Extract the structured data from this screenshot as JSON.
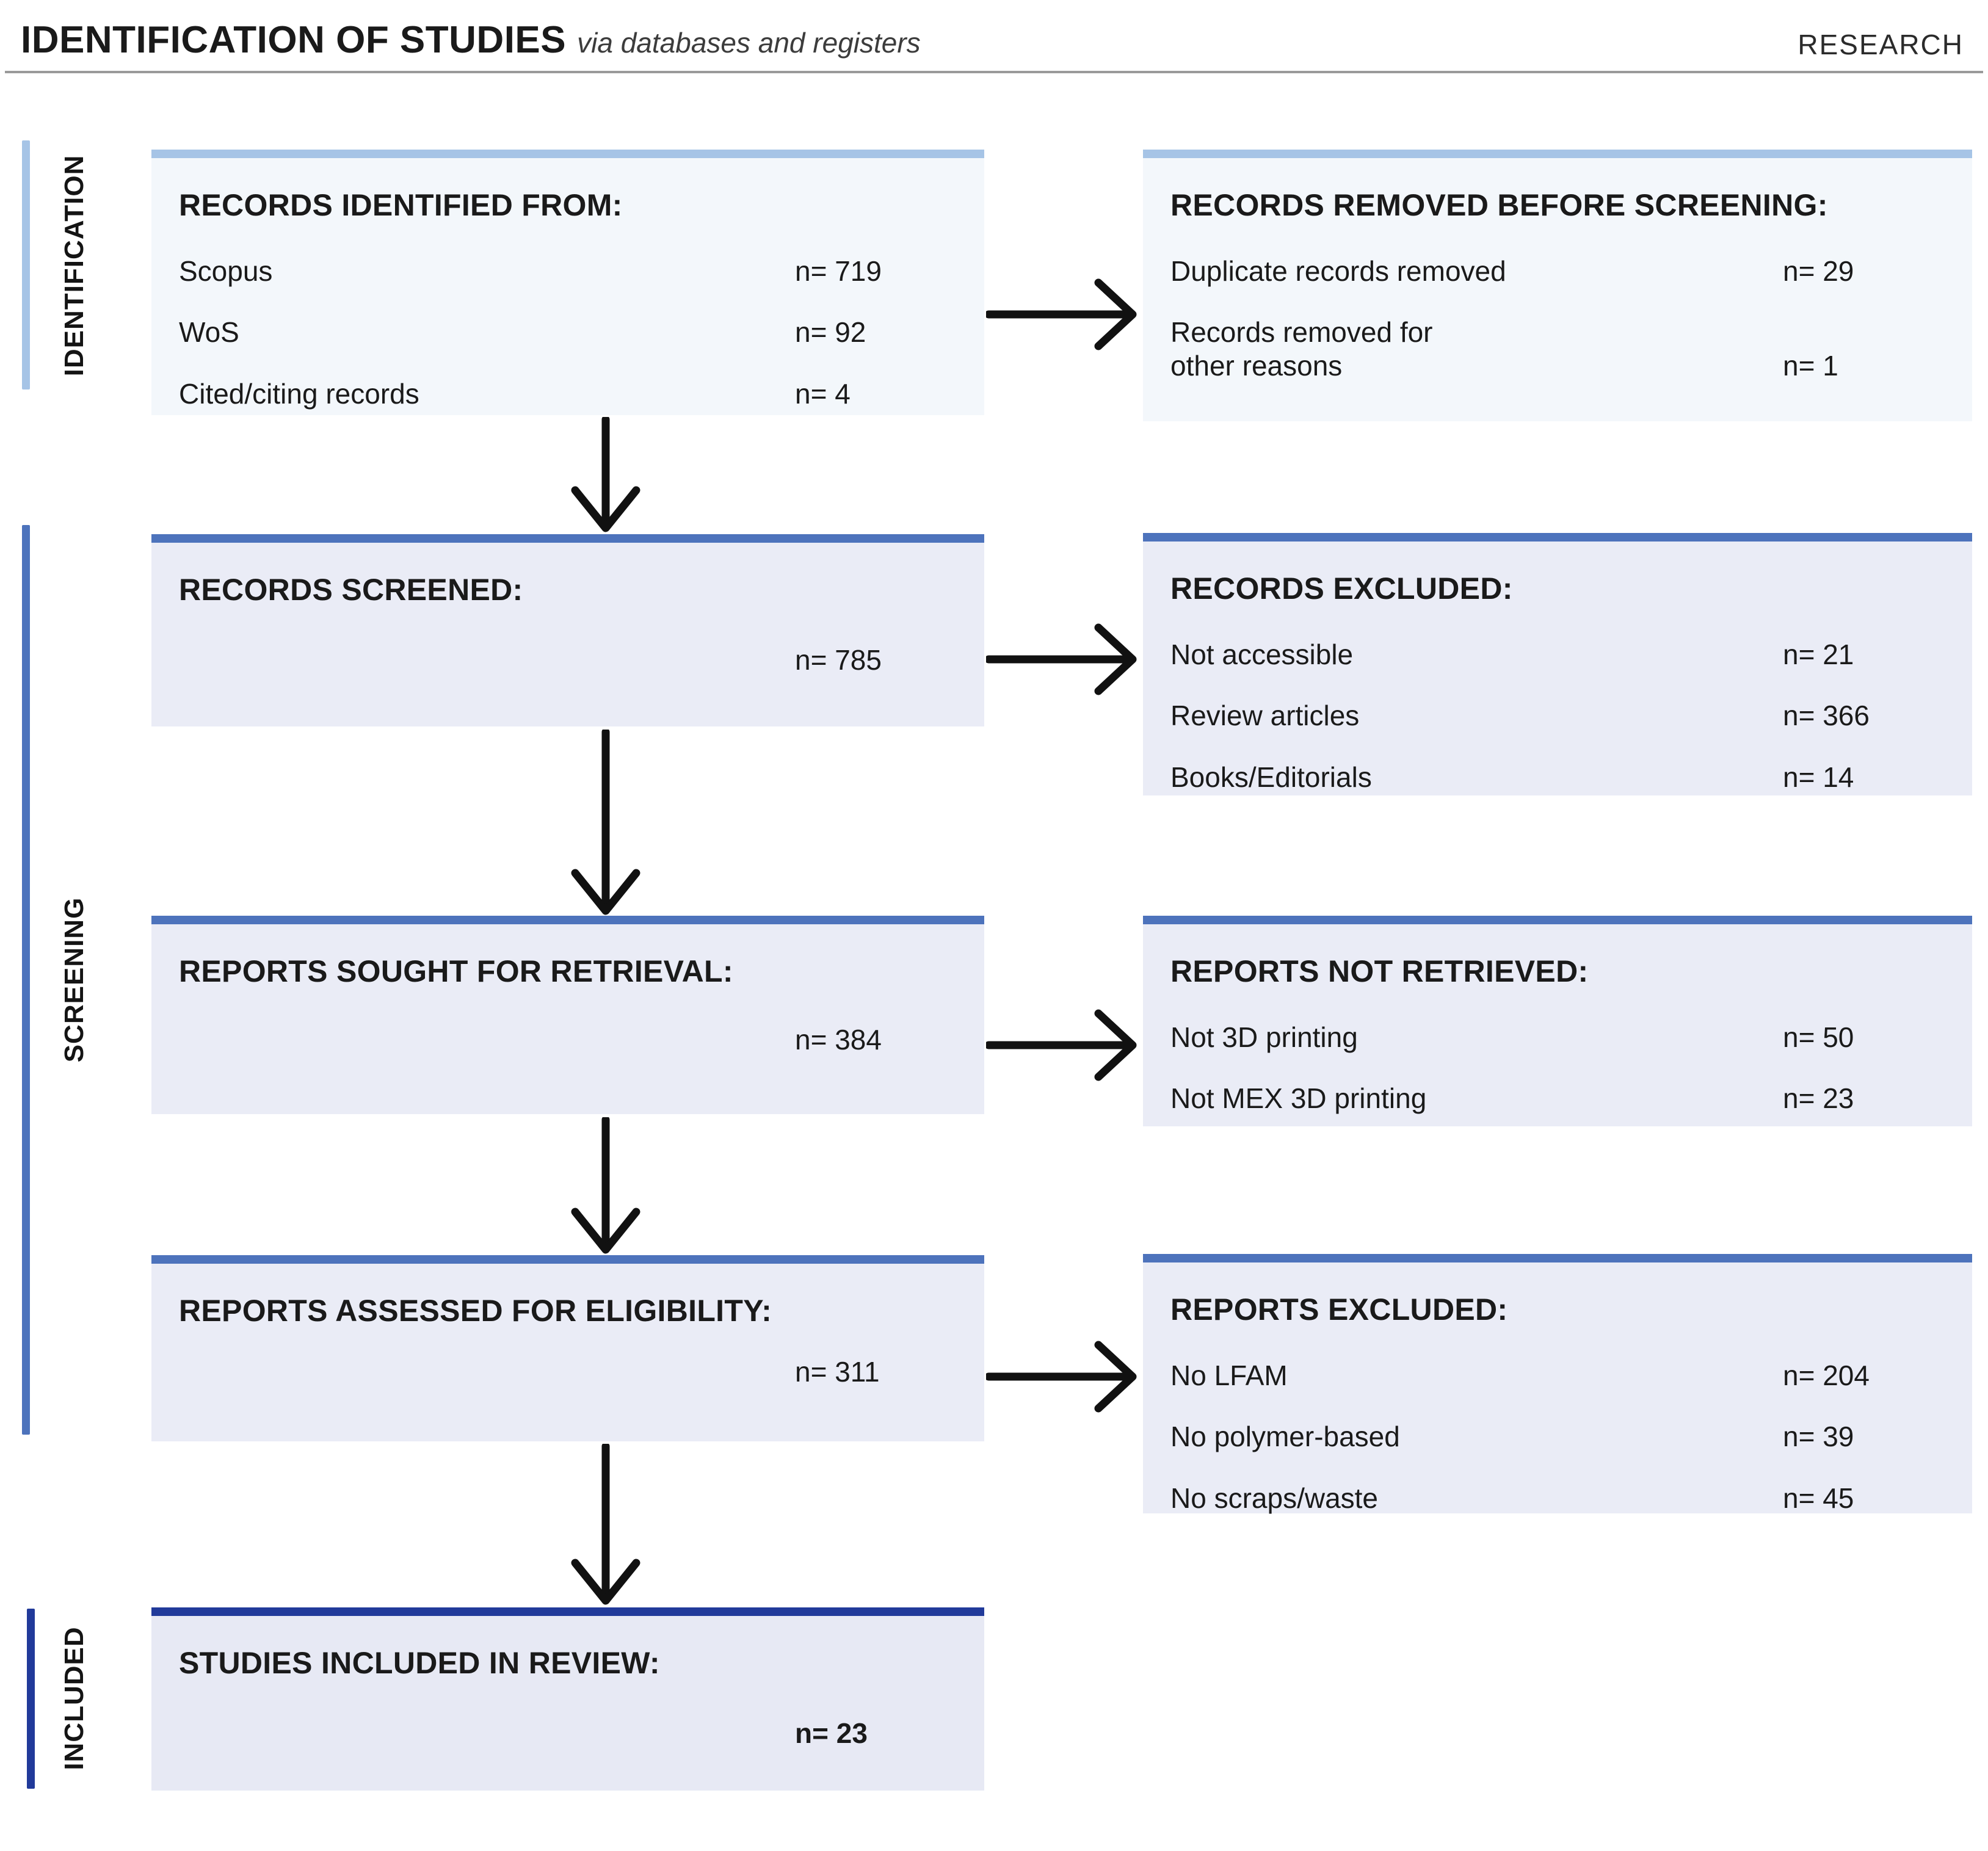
{
  "header": {
    "title": "IDENTIFICATION OF STUDIES",
    "subtitle": "via databases and registers",
    "corner_label": "RESEARCH"
  },
  "stages": [
    {
      "label": "IDENTIFICATION"
    },
    {
      "label": "SCREENING"
    },
    {
      "label": "INCLUDED"
    }
  ],
  "colors": {
    "identification_accent": "#a6c4e6",
    "screening_accent": "#4d73bc",
    "included_accent": "#213a9a",
    "box_background_identification": "#f3f7fb",
    "box_background_screening": "#eaecf6",
    "arrow": "#111111"
  },
  "boxes": {
    "identified": {
      "title": "RECORDS IDENTIFIED FROM:",
      "items": [
        {
          "label": "Scopus",
          "value": "n= 719"
        },
        {
          "label": "WoS",
          "value": "n= 92"
        },
        {
          "label": "Cited/citing records",
          "value": "n= 4"
        }
      ]
    },
    "removed_before_screening": {
      "title": "RECORDS REMOVED BEFORE SCREENING:",
      "items": [
        {
          "label": "Duplicate records removed",
          "value": "n= 29"
        },
        {
          "label": "Records removed for other reasons",
          "value": "n= 1"
        }
      ]
    },
    "screened": {
      "title": "RECORDS SCREENED:",
      "value": "n= 785"
    },
    "records_excluded": {
      "title": "RECORDS EXCLUDED:",
      "items": [
        {
          "label": "Not accessible",
          "value": "n= 21"
        },
        {
          "label": "Review articles",
          "value": "n= 366"
        },
        {
          "label": "Books/Editorials",
          "value": "n= 14"
        }
      ]
    },
    "sought": {
      "title": "REPORTS SOUGHT FOR RETRIEVAL:",
      "value": "n= 384"
    },
    "not_retrieved": {
      "title": "REPORTS NOT RETRIEVED:",
      "items": [
        {
          "label": "Not 3D printing",
          "value": "n= 50"
        },
        {
          "label": "Not MEX 3D printing",
          "value": "n= 23"
        }
      ]
    },
    "assessed": {
      "title": "REPORTS ASSESSED FOR ELIGIBILITY:",
      "value": "n= 311"
    },
    "reports_excluded": {
      "title": "REPORTS EXCLUDED:",
      "items": [
        {
          "label": "No LFAM",
          "value": "n= 204"
        },
        {
          "label": "No polymer-based",
          "value": "n= 39"
        },
        {
          "label": "No scraps/waste",
          "value": "n= 45"
        }
      ]
    },
    "included_in_review": {
      "title": "STUDIES INCLUDED IN REVIEW:",
      "value": "n= 23"
    }
  }
}
